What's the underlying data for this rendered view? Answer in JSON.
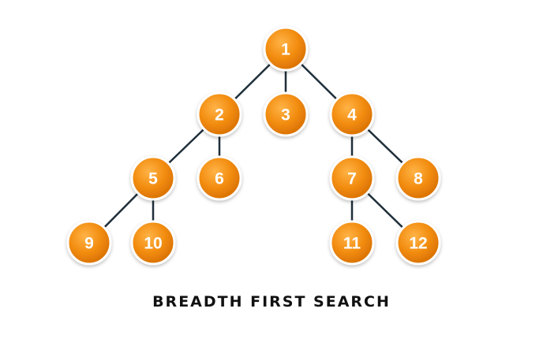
{
  "caption": "BREADTH FIRST SEARCH",
  "colors": {
    "node_fill_light": "#ffb347",
    "node_fill": "#f28c0f",
    "node_fill_dark": "#d56d00",
    "node_border": "#ffffff",
    "edge": "#1f2f3a",
    "caption": "#111111"
  },
  "tree": {
    "nodes": [
      {
        "id": "1",
        "label": "1"
      },
      {
        "id": "2",
        "label": "2"
      },
      {
        "id": "3",
        "label": "3"
      },
      {
        "id": "4",
        "label": "4"
      },
      {
        "id": "5",
        "label": "5"
      },
      {
        "id": "6",
        "label": "6"
      },
      {
        "id": "7",
        "label": "7"
      },
      {
        "id": "8",
        "label": "8"
      },
      {
        "id": "9",
        "label": "9"
      },
      {
        "id": "10",
        "label": "10"
      },
      {
        "id": "11",
        "label": "11"
      },
      {
        "id": "12",
        "label": "12"
      }
    ],
    "edges": [
      [
        "1",
        "2"
      ],
      [
        "1",
        "3"
      ],
      [
        "1",
        "4"
      ],
      [
        "2",
        "5"
      ],
      [
        "2",
        "6"
      ],
      [
        "4",
        "7"
      ],
      [
        "4",
        "8"
      ],
      [
        "5",
        "9"
      ],
      [
        "5",
        "10"
      ],
      [
        "7",
        "11"
      ],
      [
        "7",
        "12"
      ]
    ]
  }
}
